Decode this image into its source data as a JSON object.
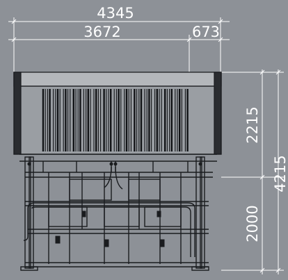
{
  "drawing": {
    "background": "#8d9197",
    "line_color": "#1a1c1f",
    "dim_color": "#ffffff"
  },
  "dimensions": {
    "overall_width": "4345",
    "main_width": "3672",
    "side_width": "673",
    "upper_height": "2215",
    "lower_height": "2000",
    "total_height": "4215"
  }
}
